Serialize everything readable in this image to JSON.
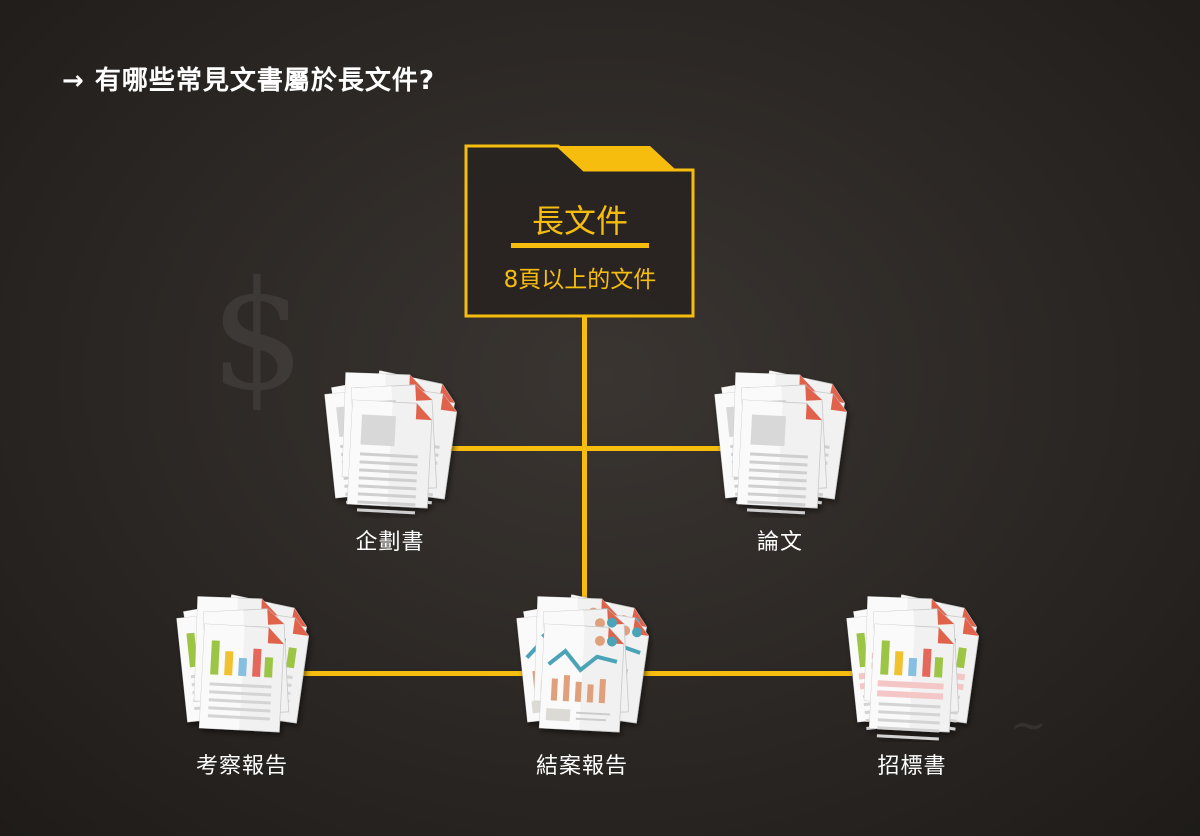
{
  "title": "→ 有哪些常見文書屬於長文件?",
  "root": {
    "title": "長文件",
    "subtitle": "8頁以上的文件"
  },
  "nodes": [
    {
      "label": "企劃書",
      "icon": "text-document-stack-icon"
    },
    {
      "label": "論文",
      "icon": "text-document-stack-icon"
    },
    {
      "label": "考察報告",
      "icon": "bar-chart-document-stack-icon"
    },
    {
      "label": "結案報告",
      "icon": "line-chart-document-stack-icon"
    },
    {
      "label": "招標書",
      "icon": "bar-chart-document-stack-icon"
    }
  ],
  "colors": {
    "accent": "#f6bd0f",
    "background": "#2b2724"
  }
}
